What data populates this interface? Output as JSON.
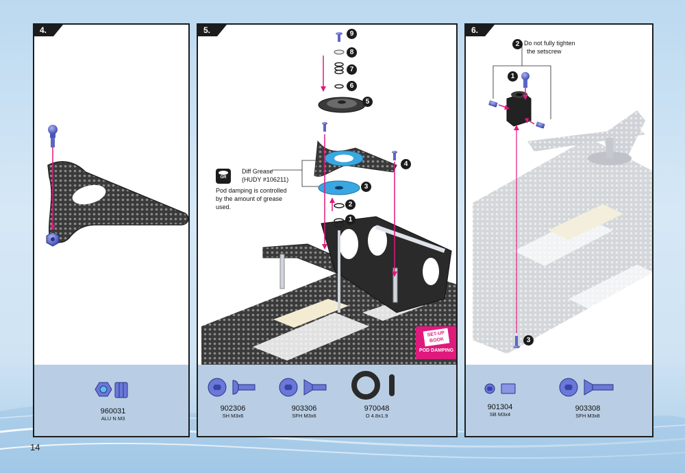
{
  "page_number": "14",
  "colors": {
    "accent": "#e0197d",
    "parts_bg": "#b9cee4",
    "part_blue": "#5a66c8",
    "carbon": "#3a3a3a"
  },
  "steps": [
    {
      "number": "4.",
      "parts": [
        {
          "code": "960031",
          "desc": "ALU N M3",
          "icon": "nut-icon"
        }
      ]
    },
    {
      "number": "5.",
      "callouts": [
        "9",
        "8",
        "7",
        "6",
        "5",
        "4",
        "3",
        "2",
        "1"
      ],
      "grease": {
        "icon": "diff-grease-icon",
        "icon_text": "GR",
        "line1": "Diff Grease",
        "line2": "(HUDY #106211)",
        "note_lines": [
          "Pod damping is controlled",
          "by the amount of grease",
          "used."
        ]
      },
      "badge": {
        "top": "SET-UP",
        "mid": "BOOK",
        "label": "POD DAMPING"
      },
      "parts": [
        {
          "code": "902306",
          "desc": "SH M3x6",
          "icon": "button-head-screw-icon"
        },
        {
          "code": "903306",
          "desc": "SFH M3x6",
          "icon": "flat-head-screw-icon"
        },
        {
          "code": "970048",
          "desc": "O 4.8x1.9",
          "icon": "o-ring-icon"
        }
      ]
    },
    {
      "number": "6.",
      "callouts": [
        "2",
        "1",
        "3"
      ],
      "note_lines": [
        "Do not fully tighten",
        "the setscrew"
      ],
      "parts": [
        {
          "code": "901304",
          "desc": "SB M3x4",
          "icon": "setscrew-icon"
        },
        {
          "code": "903308",
          "desc": "SFH M3x8",
          "icon": "flat-head-screw-icon"
        }
      ]
    }
  ]
}
